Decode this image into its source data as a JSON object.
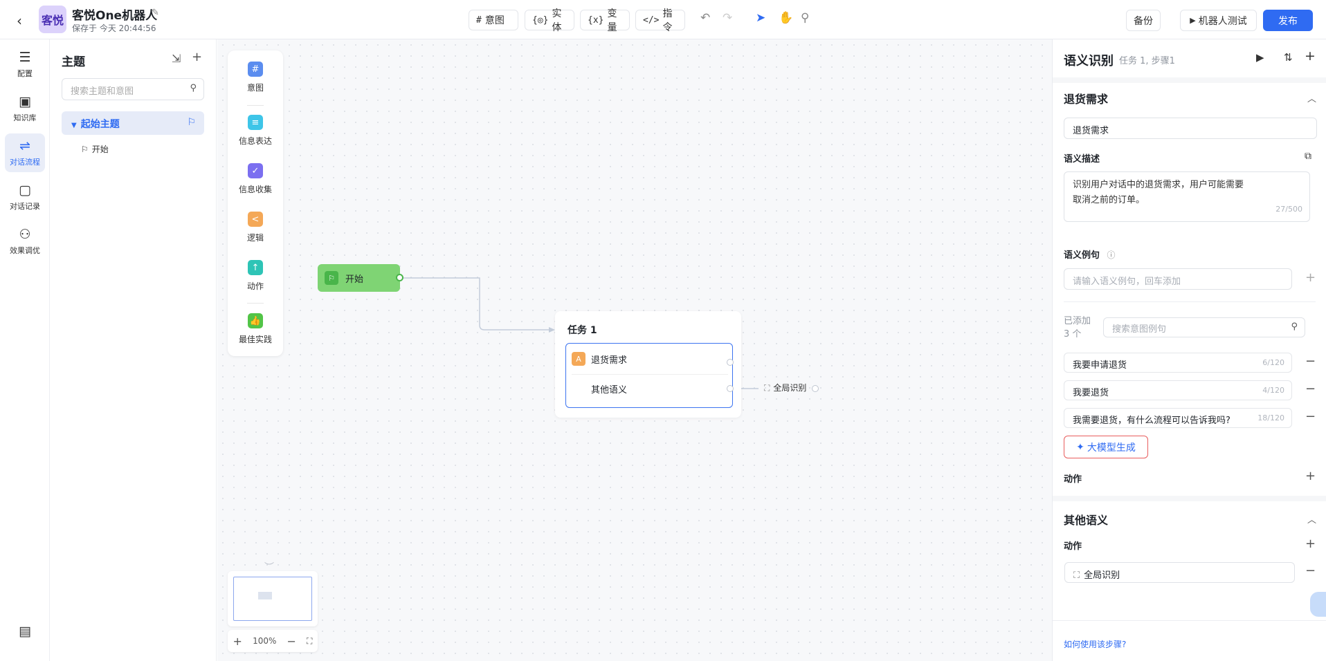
{
  "header": {
    "back_icon": "back-arrow-icon",
    "logo_text": "客悦",
    "app_title": "客悦One机器人",
    "save_status": "保存于 今天 20:44:56",
    "toolbar": [
      {
        "icon": "#",
        "label": "意图"
      },
      {
        "icon": "{◎}",
        "label": "实体"
      },
      {
        "icon": "{x}",
        "label": "变量"
      },
      {
        "icon": "</>",
        "label": "指令"
      }
    ],
    "backup_label": "备份",
    "test_label": "机器人测试",
    "publish_label": "发布",
    "accent_color": "#2f6bf2"
  },
  "leftnav": [
    {
      "label": "配置",
      "icon": "sliders-icon"
    },
    {
      "label": "知识库",
      "icon": "book-icon"
    },
    {
      "label": "对话流程",
      "icon": "flow-icon",
      "active": true
    },
    {
      "label": "对话记录",
      "icon": "chat-icon"
    },
    {
      "label": "效果调优",
      "icon": "tune-icon"
    }
  ],
  "sidebar": {
    "title": "主题",
    "search_placeholder": "搜索主题和意图",
    "topic": "起始主题",
    "subtopic": "开始"
  },
  "palette": [
    {
      "label": "意图",
      "color": "#5b8def",
      "glyph": "#"
    },
    {
      "label": "信息表达",
      "color": "#3ec5e8",
      "glyph": "≡"
    },
    {
      "label": "信息收集",
      "color": "#7b6ff0",
      "glyph": "✓"
    },
    {
      "label": "逻辑",
      "color": "#f4a857",
      "glyph": "<"
    },
    {
      "label": "动作",
      "color": "#2ec4b6",
      "glyph": "↑"
    },
    {
      "label": "最佳实践",
      "color": "#52c447",
      "glyph": "👍"
    }
  ],
  "canvas": {
    "start_node": "开始",
    "task_title": "任务 1",
    "intent_row": "退货需求",
    "other_row": "其他语义",
    "global_label": "全局识别",
    "zoom": "100%"
  },
  "panel": {
    "title": "语义识别",
    "subtitle": "任务 1, 步骤1",
    "section1": "退货需求",
    "intent_value": "退货需求",
    "desc_label": "语义描述",
    "desc_line1": "识别用户对话中的退货需求，用户可能需要",
    "desc_line2": "取消之前的订单。",
    "desc_count": "27/500",
    "examples_label": "语义例句",
    "example_placeholder": "请输入语义例句，回车添加",
    "added_count": "已添加 3 个",
    "search_placeholder": "搜索意图例句",
    "examples": [
      {
        "text": "我要申请退货",
        "count": "6/120"
      },
      {
        "text": "我要退货",
        "count": "4/120"
      },
      {
        "text": "我需要退货，有什么流程可以告诉我吗?",
        "count": "18/120"
      }
    ],
    "llm_label": "大模型生成",
    "action_label": "动作",
    "section2": "其他语义",
    "action2_label": "动作",
    "global_action": "全局识别",
    "help_link": "如何使用该步骤?"
  }
}
